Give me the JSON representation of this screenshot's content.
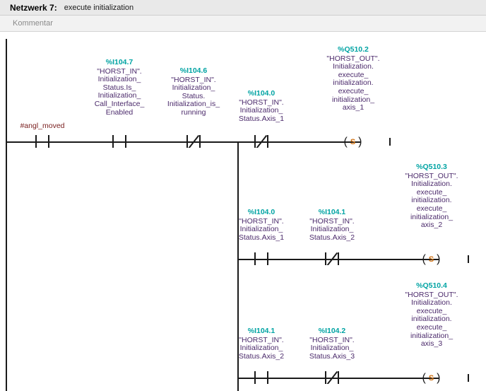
{
  "header": {
    "network_label": "Netzwerk 7:",
    "network_title": "execute initialization",
    "comment_placeholder": "Kommentar"
  },
  "colors": {
    "address": "#00a3a3",
    "symbol": "#4b2a6b",
    "local_variable": "#7a2020",
    "wire": "#1a1a1a",
    "coil_letter": "#d07010",
    "header_bg": "#e9e9e9",
    "comment_bg": "#f2f2f2"
  },
  "ladder": {
    "rung1": {
      "elements": [
        {
          "kind": "contact-no",
          "name": "angl-moved",
          "address": "",
          "symbol": "#angl_moved"
        },
        {
          "kind": "contact-no",
          "name": "init-call-interface-enabled",
          "address": "%I104.7",
          "symbol": "\"HORST_IN\".\nInitialization_\nStatus.Is_\nInitialization_\nCall_Interface_\nEnabled"
        },
        {
          "kind": "contact-nc",
          "name": "initialization-is-running",
          "address": "%I104.6",
          "symbol": "\"HORST_IN\".\nInitialization_\nStatus.\nInitialization_is_\nrunning"
        },
        {
          "kind": "contact-nc",
          "name": "init-status-axis-1",
          "address": "%I104.0",
          "symbol": "\"HORST_IN\".\nInitialization_\nStatus.Axis_1"
        },
        {
          "kind": "coil-set",
          "name": "execute-initialization-axis-1",
          "address": "%Q510.2",
          "symbol": "\"HORST_OUT\".\nInitialization.\nexecute_\ninitialization.\nexecute_\ninitialization_\naxis_1",
          "coil_letter": "S"
        }
      ]
    },
    "rung2": {
      "elements": [
        {
          "kind": "contact-no",
          "name": "init-status-axis-1",
          "address": "%I104.0",
          "symbol": "\"HORST_IN\".\nInitialization_\nStatus.Axis_1"
        },
        {
          "kind": "contact-nc",
          "name": "init-status-axis-2",
          "address": "%I104.1",
          "symbol": "\"HORST_IN\".\nInitialization_\nStatus.Axis_2"
        },
        {
          "kind": "coil-set",
          "name": "execute-initialization-axis-2",
          "address": "%Q510.3",
          "symbol": "\"HORST_OUT\".\nInitialization.\nexecute_\ninitialization.\nexecute_\ninitialization_\naxis_2",
          "coil_letter": "S"
        }
      ]
    },
    "rung3": {
      "elements": [
        {
          "kind": "contact-no",
          "name": "init-status-axis-2",
          "address": "%I104.1",
          "symbol": "\"HORST_IN\".\nInitialization_\nStatus.Axis_2"
        },
        {
          "kind": "contact-nc",
          "name": "init-status-axis-3",
          "address": "%I104.2",
          "symbol": "\"HORST_IN\".\nInitialization_\nStatus.Axis_3"
        },
        {
          "kind": "coil-set",
          "name": "execute-initialization-axis-3",
          "address": "%Q510.4",
          "symbol": "\"HORST_OUT\".\nInitialization.\nexecute_\ninitialization.\nexecute_\ninitialization_\naxis_3",
          "coil_letter": "S"
        }
      ]
    }
  }
}
